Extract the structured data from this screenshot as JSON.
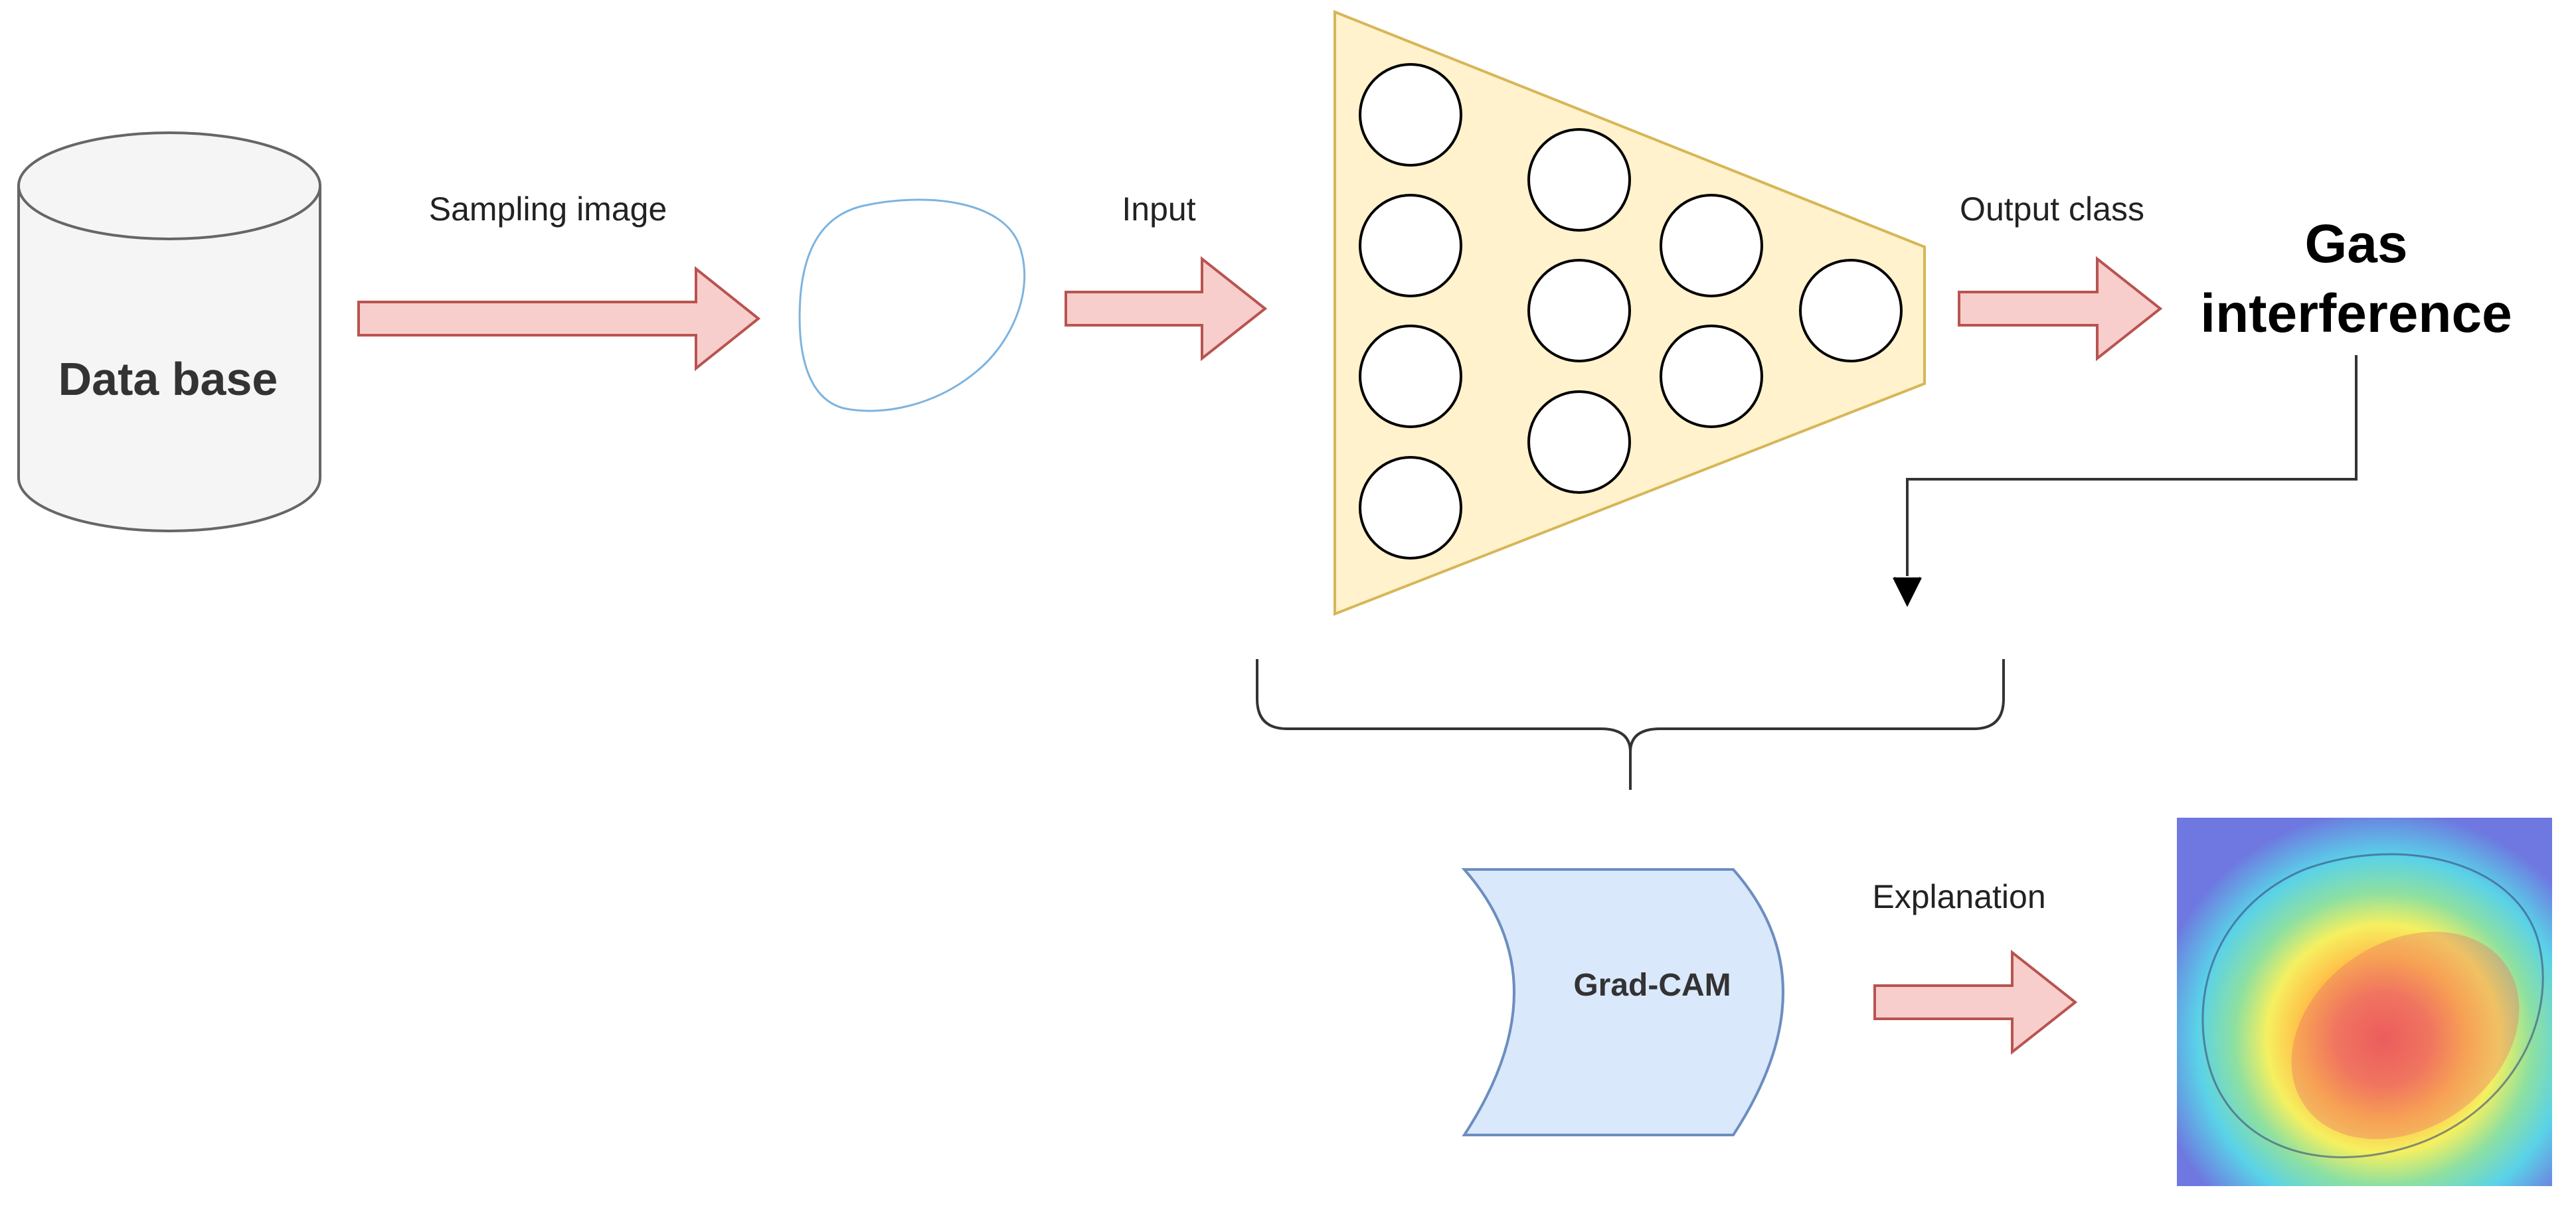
{
  "diagram": {
    "database": {
      "label": "Data base"
    },
    "sampling": {
      "label": "Sampling image"
    },
    "input": {
      "label": "Input"
    },
    "output": {
      "label": "Output class"
    },
    "result": {
      "line1": "Gas",
      "line2": "interference"
    },
    "gradcam": {
      "label": "Grad-CAM"
    },
    "explanation": {
      "label": "Explanation"
    }
  },
  "colors": {
    "arrow_fill": "#f8cecc",
    "arrow_stroke": "#b85450",
    "network_fill": "#fff2cc",
    "network_stroke": "#d6b656",
    "cylinder_fill": "#f5f5f5",
    "cylinder_stroke": "#666666",
    "gradcam_fill": "#dae8fc",
    "gradcam_stroke": "#6c8ebf",
    "contour_stroke": "#7eb3dd"
  }
}
